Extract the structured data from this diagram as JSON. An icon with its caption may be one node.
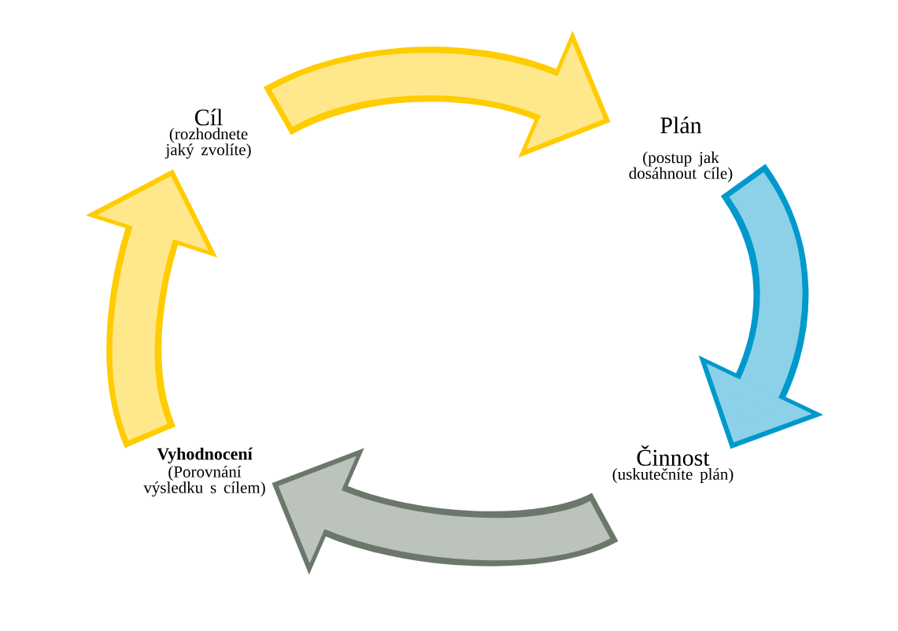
{
  "diagram": {
    "nodes": [
      {
        "text": [
          "Cíl",
          "(rozhodnete jaký zvolíte)"
        ]
      },
      {
        "text": [
          "Plán",
          "(postup jak dosáhnout cíle)"
        ]
      },
      {
        "text": [
          "Činnost",
          "(uskutečníte plán)"
        ]
      },
      {
        "text": [
          "Vyhodnocení",
          "(Porovnání výsledku s cílem)"
        ]
      }
    ],
    "edges": [
      {
        "from": 0,
        "to": 1,
        "arrow": "to",
        "color": "#ffcc00"
      },
      {
        "from": 1,
        "to": 2,
        "arrow": "to",
        "color": "#0099cc"
      },
      {
        "from": 2,
        "to": 3,
        "arrow": "to",
        "color": "#6b776b"
      },
      {
        "from": 3,
        "to": 0,
        "arrow": "to",
        "color": "#ffcc00"
      }
    ]
  }
}
